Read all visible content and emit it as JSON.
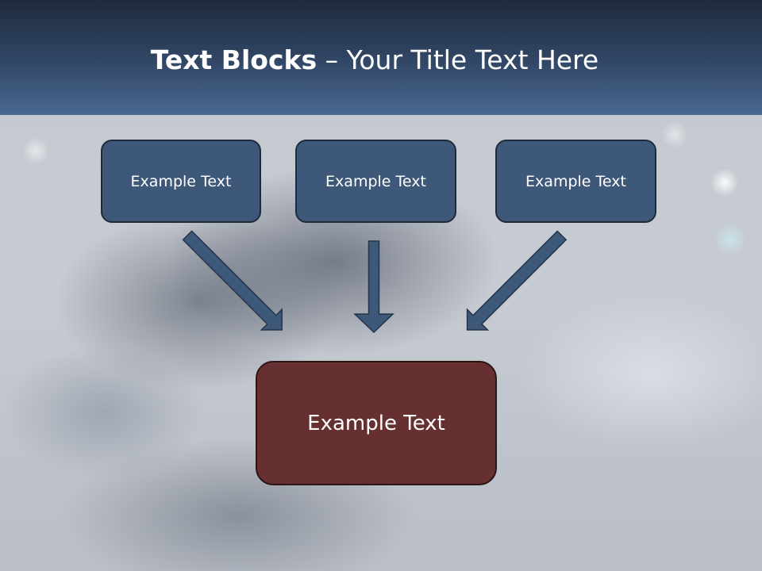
{
  "slide": {
    "title_bold": "Text Blocks",
    "title_dash": " – ",
    "title_rest": "Your Title Text Here"
  },
  "blocks": [
    {
      "label": "Example Text"
    },
    {
      "label": "Example Text"
    },
    {
      "label": "Example Text"
    }
  ],
  "main_block": {
    "label": "Example Text"
  },
  "colors": {
    "header": "#324867",
    "block_fill": "#3d5878",
    "main_fill": "#663030",
    "arrow_fill": "#3d5878"
  }
}
